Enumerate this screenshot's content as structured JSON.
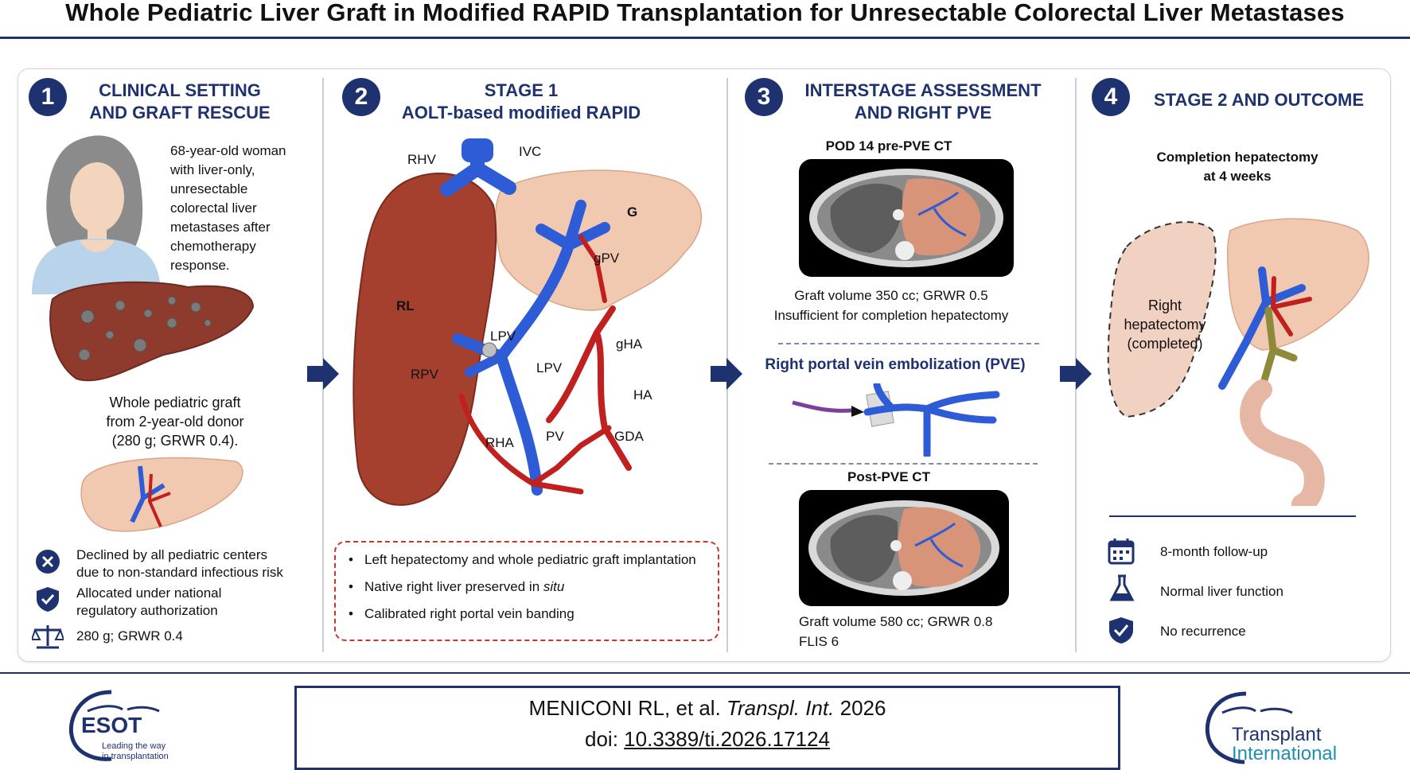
{
  "title": "Whole Pediatric Liver Graft in Modified RAPID Transplantation for Unresectable Colorectal Liver Metastases",
  "sections": [
    {
      "number": "1",
      "heading_line1": "CLINICAL SETTING",
      "heading_line2": "AND GRAFT RESCUE"
    },
    {
      "number": "2",
      "heading_line1": "STAGE 1",
      "heading_line2": "AOLT-based modified RAPID"
    },
    {
      "number": "3",
      "heading_line1": "INTERSTAGE ASSESSMENT",
      "heading_line2": "AND RIGHT PVE"
    },
    {
      "number": "4",
      "heading_line1": "STAGE 2 AND OUTCOME",
      "heading_line2": ""
    }
  ],
  "s1": {
    "patient_lines": [
      "68-year-old woman",
      "with liver-only,",
      "unresectable",
      "colorectal liver",
      "metastases after",
      "chemotherapy",
      "response."
    ],
    "graft_lines": [
      "Whole pediatric graft",
      "from 2-year-old donor",
      "(280 g; GRWR 0.4)."
    ],
    "items": [
      {
        "icon": "x-circle-icon",
        "lines": [
          "Declined by all pediatric centers",
          "due to non-standard infectious risk"
        ]
      },
      {
        "icon": "shield-check-icon",
        "lines": [
          "Allocated under national",
          "regulatory authorization"
        ]
      },
      {
        "icon": "scale-icon",
        "lines": [
          "280 g; GRWR 0.4"
        ]
      }
    ]
  },
  "s2": {
    "labels": {
      "rhv": "RHV",
      "ivc": "IVC",
      "g": "G",
      "gpv": "gPV",
      "rl": "RL",
      "lpv1": "LPV",
      "lpv2": "LPV",
      "rpv": "RPV",
      "gha": "gHA",
      "ha": "HA",
      "rha": "RHA",
      "pv": "PV",
      "gda": "GDA"
    },
    "bullets": [
      "Left hepatectomy and whole pediatric graft implantation",
      "Native right liver preserved in ",
      "Calibrated right portal vein banding"
    ],
    "bullet2_italic": "situ"
  },
  "s3": {
    "ct1_title": "POD 14 pre-PVE CT",
    "ct1_line1": "Graft volume 350 cc; GRWR 0.5",
    "ct1_line2": "Insufficient for completion hepatectomy",
    "pve_title": "Right portal vein embolization (PVE)",
    "ct2_title": "Post-PVE CT",
    "ct2_line1": "Graft volume 580 cc; GRWR 0.8",
    "ct2_line2": "FLIS 6"
  },
  "s4": {
    "completion_line1": "Completion hepatectomy",
    "completion_line2": "at 4 weeks",
    "right_lines": [
      "Right",
      "hepatectomy",
      "(completed)"
    ],
    "items": [
      {
        "icon": "calendar-icon",
        "text": "8-month follow-up"
      },
      {
        "icon": "flask-icon",
        "text": "Normal liver function"
      },
      {
        "icon": "shield-check-icon",
        "text": "No recurrence"
      }
    ]
  },
  "citation": {
    "authors": "MENICONI RL, et al. ",
    "journal": "Transpl. Int.",
    "year": " 2026",
    "doi_prefix": "doi: ",
    "doi": "10.3389/ti.2026.17124"
  },
  "logos": {
    "esot_name": "ESOT",
    "esot_tag_line1": "Leading the way",
    "esot_tag_line2": "in transplantation",
    "ti_line1": "Transplant",
    "ti_line2": "International"
  },
  "colors": {
    "navy": "#1f3270",
    "liver": "#8e3b2e",
    "graft": "#f1c8b0",
    "vein": "#2e5bd6",
    "artery": "#c0211f"
  }
}
